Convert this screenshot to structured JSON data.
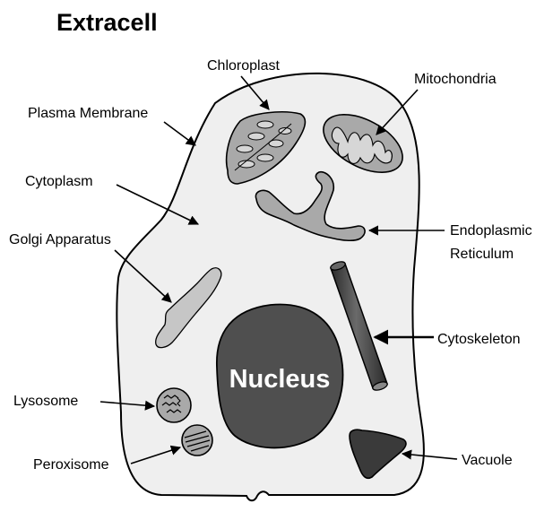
{
  "title": "Extracell",
  "labels": {
    "chloroplast": "Chloroplast",
    "mitochondria": "Mitochondria",
    "plasma_membrane": "Plasma Membrane",
    "cytoplasm": "Cytoplasm",
    "golgi": "Golgi Apparatus",
    "er_line1": "Endoplasmic",
    "er_line2": "Reticulum",
    "cytoskeleton": "Cytoskeleton",
    "lysosome": "Lysosome",
    "peroxisome": "Peroxisome",
    "vacuole": "Vacuole",
    "nucleus": "Nucleus"
  },
  "colors": {
    "cytoplasm_fill": "#efefef",
    "organelle_fill": "#a9a9a9",
    "nucleus_fill": "#4f4f4f",
    "dark_fill": "#3a3a3a",
    "outline": "#000000"
  }
}
